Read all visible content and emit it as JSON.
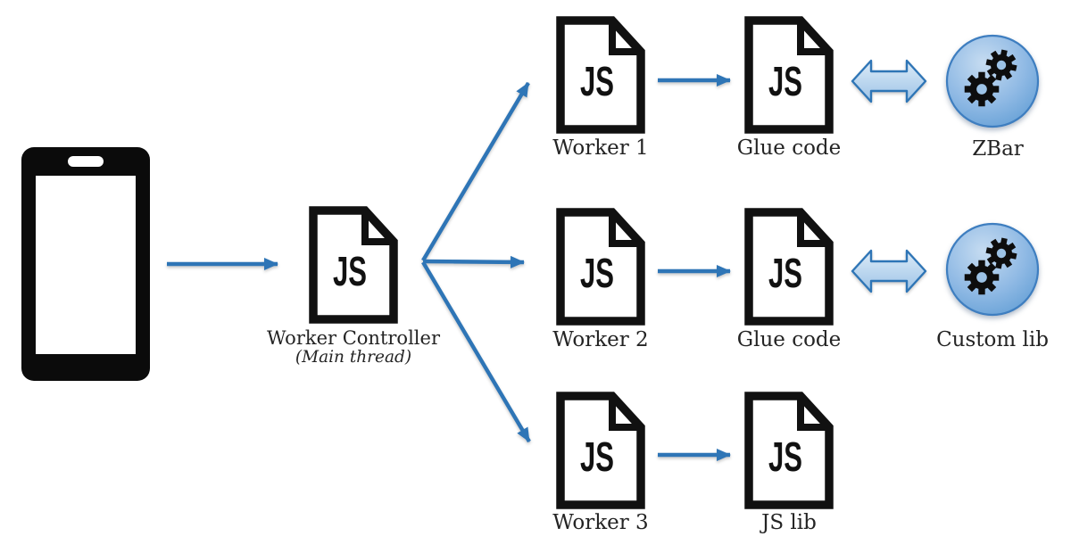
{
  "diagram": {
    "description": "Web worker architecture diagram: a smartphone sends work to a Worker Controller (main thread), which fans out to three JS workers; workers 1 and 2 talk through JS glue code to compiled libraries (ZBar, Custom lib), worker 3 uses a plain JS lib.",
    "colors": {
      "arrow_blue": "#2E75B6",
      "icon_black": "#111111",
      "label_text": "#242424",
      "lib_circle_light": "#C6DCF1",
      "lib_circle_mid": "#8FB9E4",
      "lib_circle_dark": "#5D9BD3",
      "lib_circle_stroke": "#3E7EC0",
      "double_arrow_fill_light": "#DCEBF8",
      "double_arrow_fill_dark": "#9DC3E6",
      "gear_center_blue": "#9DC3E6",
      "background": "#FFFFFF"
    },
    "icons": {
      "device": "smartphone-icon",
      "file": "js-file-icon",
      "library": "gears-circle-icon",
      "connector": "arrow-icon",
      "bidirectional": "double-arrow-icon"
    },
    "nodes": {
      "device": {
        "label": ""
      },
      "controller": {
        "badge": "JS",
        "label": "Worker Controller",
        "sublabel": "(Main thread)"
      },
      "worker1": {
        "badge": "JS",
        "label": "Worker 1"
      },
      "glue1": {
        "badge": "JS",
        "label": "Glue code"
      },
      "zbar": {
        "label": "ZBar"
      },
      "worker2": {
        "badge": "JS",
        "label": "Worker 2"
      },
      "glue2": {
        "badge": "JS",
        "label": "Glue code"
      },
      "customlib": {
        "label": "Custom lib"
      },
      "worker3": {
        "badge": "JS",
        "label": "Worker 3"
      },
      "jslib": {
        "badge": "JS",
        "label": "JS lib"
      }
    },
    "edges": [
      {
        "from": "device",
        "to": "controller",
        "style": "arrow"
      },
      {
        "from": "controller",
        "to": "worker1",
        "style": "arrow"
      },
      {
        "from": "controller",
        "to": "worker2",
        "style": "arrow"
      },
      {
        "from": "controller",
        "to": "worker3",
        "style": "arrow"
      },
      {
        "from": "worker1",
        "to": "glue1",
        "style": "arrow"
      },
      {
        "from": "worker2",
        "to": "glue2",
        "style": "arrow"
      },
      {
        "from": "worker3",
        "to": "jslib",
        "style": "arrow"
      },
      {
        "from": "glue1",
        "to": "zbar",
        "style": "double-arrow"
      },
      {
        "from": "glue2",
        "to": "customlib",
        "style": "double-arrow"
      }
    ]
  }
}
